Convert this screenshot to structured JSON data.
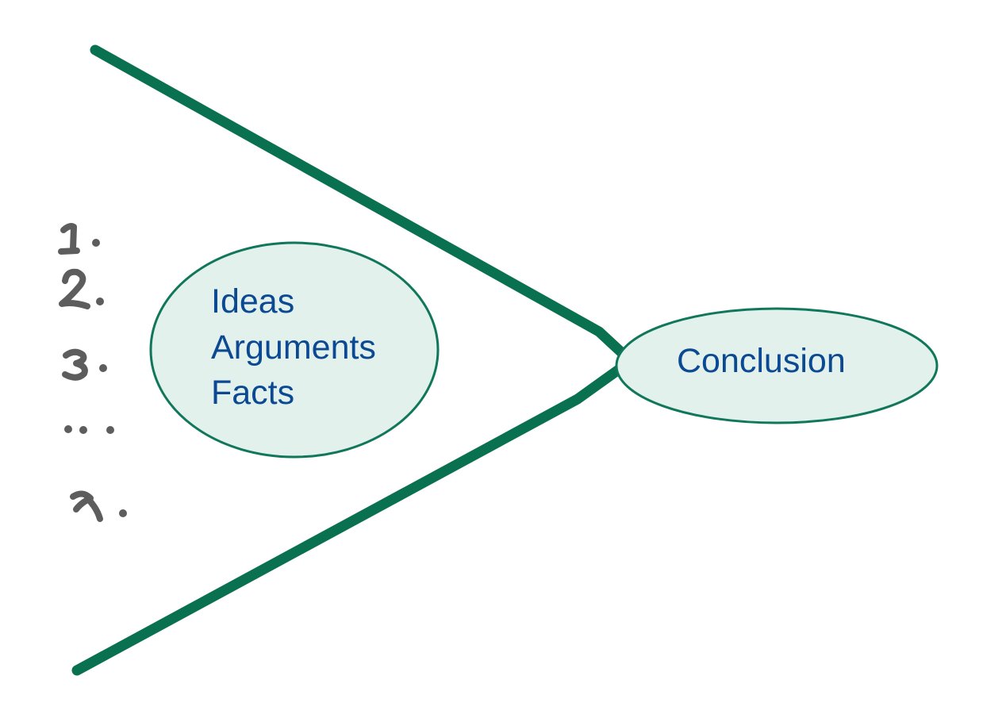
{
  "diagram": {
    "ideas_lines": [
      "Ideas",
      "Arguments",
      "Facts"
    ],
    "conclusion": "Conclusion",
    "list_markers": [
      "1.",
      "2.",
      "3.",
      ":",
      "n."
    ]
  },
  "colors": {
    "funnel_green": "#0a7150",
    "bubble_fill": "#e3f1ec",
    "bubble_border": "#10775a",
    "text_blue": "#0b4a93",
    "handwriting_gray": "#5d5d5d"
  }
}
